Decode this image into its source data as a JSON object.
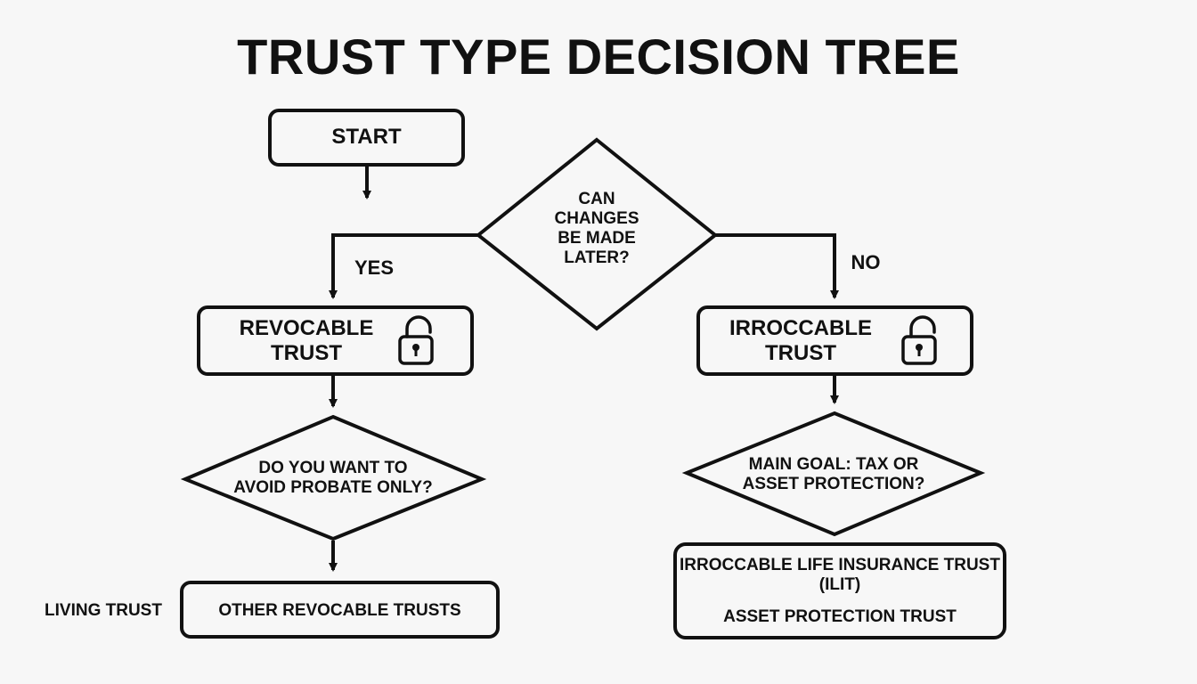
{
  "title": "TRUST TYPE DECISION TREE",
  "nodes": {
    "start": {
      "label": "START"
    },
    "q_changes": {
      "label": "CAN\nCHANGES\nBE MADE\nLATER?"
    },
    "revocable": {
      "label": "REVOCABLE\nTRUST",
      "icon": "unlocked-padlock-icon"
    },
    "irrevocable": {
      "label": "IRROCCABLE\nTRUST",
      "icon": "unlocked-padlock-icon"
    },
    "q_probate": {
      "label": "DO YOU WANT TO\nAVOID PROBATE ONLY?"
    },
    "q_goal": {
      "label": "MAIN GOAL: TAX OR\nASSET PROTECTION?"
    },
    "living_trust": {
      "label": "LIVING TRUST"
    },
    "other_revocable": {
      "label": "OTHER REVOCABLE TRUSTS"
    },
    "ilit": {
      "label": "IRROCCABLE LIFE INSURANCE TRUST\n(ILIT)"
    },
    "asset_protection": {
      "label": "ASSET PROTECTION TRUST"
    }
  },
  "edges": {
    "yes": "YES",
    "no": "NO"
  },
  "colors": {
    "stroke": "#111111",
    "background": "#f7f7f7"
  }
}
